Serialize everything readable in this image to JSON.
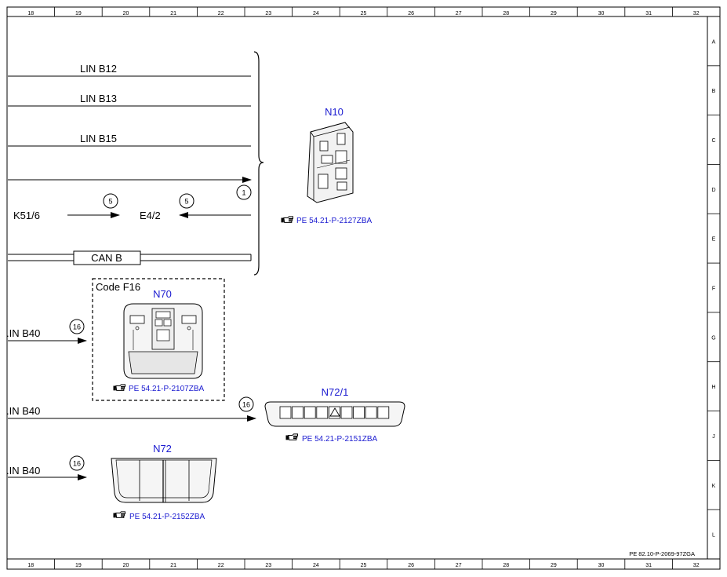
{
  "columns": [
    "18",
    "19",
    "20",
    "21",
    "22",
    "23",
    "24",
    "25",
    "26",
    "27",
    "28",
    "29",
    "30",
    "31",
    "32"
  ],
  "rows": [
    "A",
    "B",
    "C",
    "D",
    "E",
    "F",
    "G",
    "H",
    "J",
    "K",
    "L"
  ],
  "footer_ref": "PE 82.10-P-2069-97ZGA",
  "bus_lines": {
    "lin_b12": "LIN B12",
    "lin_b13": "LIN B13",
    "lin_b15": "LIN B15",
    "can_b": "CAN B"
  },
  "signals": {
    "k51": "K51/6",
    "e4": "E4/2",
    "marker_1": "1",
    "marker_5a": "5",
    "marker_5b": "5"
  },
  "n10": {
    "name": "N10",
    "ref": "PE 54.21-P-2127ZBA"
  },
  "code_box": {
    "label": "Code F16"
  },
  "n70": {
    "name": "N70",
    "ref": "PE 54.21-P-2107ZBA",
    "lin": ".IN B40",
    "marker": "16"
  },
  "n72_1": {
    "name": "N72/1",
    "ref": "PE 54.21-P-2151ZBA",
    "lin": ".IN B40",
    "marker": "16"
  },
  "n72": {
    "name": "N72",
    "ref": "PE 54.21-P-2152ZBA",
    "lin": ".IN B40",
    "marker": "16"
  }
}
